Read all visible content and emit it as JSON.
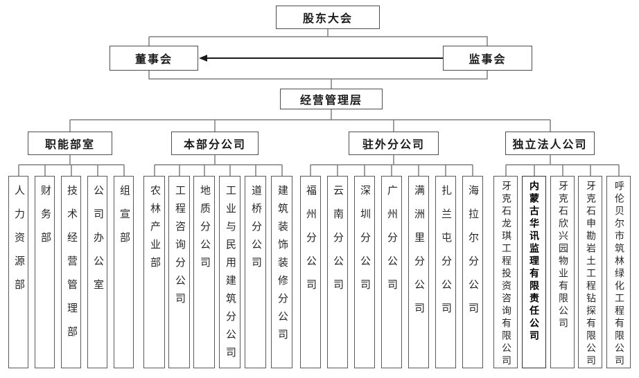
{
  "nodes": {
    "shareholders": "股东大会",
    "board": "董事会",
    "supervisors": "监事会",
    "management": "经营管理层"
  },
  "groups": [
    {
      "label": "职能部室",
      "children": [
        "人力资源部",
        "财务部",
        "技术经营管理部",
        "公司办公室",
        "组宣部"
      ]
    },
    {
      "label": "本部分公司",
      "children": [
        "农林产业部",
        "工程咨询分公司",
        "地质分公司",
        "工业与民用建筑分公司",
        "道桥分公司",
        "建筑装饰装修分公司"
      ]
    },
    {
      "label": "驻外分公司",
      "children": [
        "福州分公司",
        "云南分公司",
        "深圳分公司",
        "广州分公司",
        "满洲里分公司",
        "扎兰屯分公司",
        "海拉尔分公司"
      ]
    },
    {
      "label": "独立法人公司",
      "children": [
        "牙克石龙琪工程投资咨询有限公司",
        "内蒙古华讯监理有限责任公司",
        "牙克石欣兴园物业有限公司",
        "牙克石申勘岩土工程钻探有限公司",
        "呼伦贝尔市筑林绿化工程有限公司"
      ]
    }
  ],
  "colors": {
    "line": "#7f7f7f",
    "arrow": "#1a1a1a",
    "box_border": "#4d4d4d",
    "text": "#1a1a1a",
    "background": "#ffffff"
  }
}
